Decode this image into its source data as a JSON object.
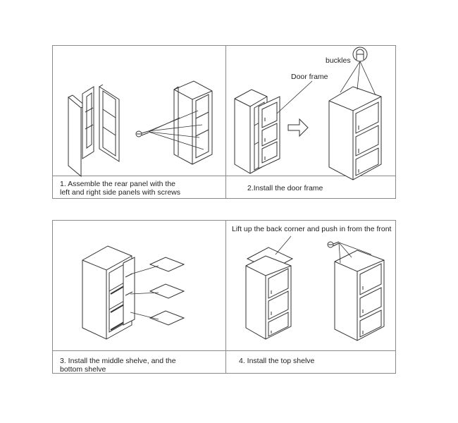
{
  "steps": [
    {
      "caption": "1. Assemble the rear panel with the\nleft and right side panels with screws"
    },
    {
      "caption": "2.Install the door frame",
      "labels": {
        "buckles": "buckles",
        "door_frame": "Door  frame"
      }
    },
    {
      "caption": "3. Install the middle shelve, and the\nbottom shelve"
    },
    {
      "caption": "4. Install the top shelve",
      "labels": {
        "lift_up": "Lift up the back corner and push in from the front"
      }
    }
  ]
}
